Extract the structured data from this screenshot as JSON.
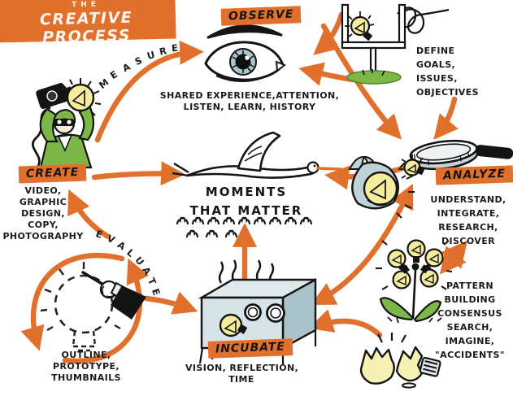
{
  "title": {
    "kicker": "THE",
    "main": "CREATIVE PROCESS"
  },
  "stages": {
    "observe": {
      "label": "OBSERVE",
      "notes": [
        "SHARED EXPERIENCE,ATTENTION,",
        "LISTEN, LEARN, HISTORY"
      ]
    },
    "analyze": {
      "label": "ANALYZE",
      "notes": [
        "UNDERSTAND,",
        "INTEGRATE,",
        "RESEARCH,",
        "DISCOVER"
      ]
    },
    "incubate": {
      "label": "INCUBATE",
      "notes": [
        "VISION, REFLECTION,",
        "TIME"
      ]
    },
    "create": {
      "label": "CREATE",
      "notes": [
        "VIDEO,",
        "GRAPHIC",
        "DESIGN,",
        "COPY,",
        "PHOTOGRAPHY"
      ]
    }
  },
  "center": {
    "lines": [
      "MOMENTS",
      "THAT MATTER"
    ]
  },
  "annotations": {
    "define": [
      "DEFINE",
      "GOALS,",
      "ISSUES,",
      "OBJECTIVES"
    ],
    "pattern": [
      "PATTERN",
      "BUILDING",
      "CONSENSUS",
      "SEARCH,",
      "IMAGINE,",
      "\"ACCIDENTS\""
    ],
    "outline": [
      "OUTLINE,",
      "PROTOTYPE,",
      "THUMBNAILS"
    ]
  },
  "flow_labels": {
    "measure": "MEASURE",
    "evaluate": "EVALUATE"
  },
  "colors": {
    "accent_orange": "#E2702D",
    "leaf_green": "#7CB747",
    "bulb_yellow": "#F6EC9E",
    "glass_blue": "#BDD3D8",
    "shell_yellow": "#F7F0B5",
    "ink": "#1C1C1C"
  }
}
